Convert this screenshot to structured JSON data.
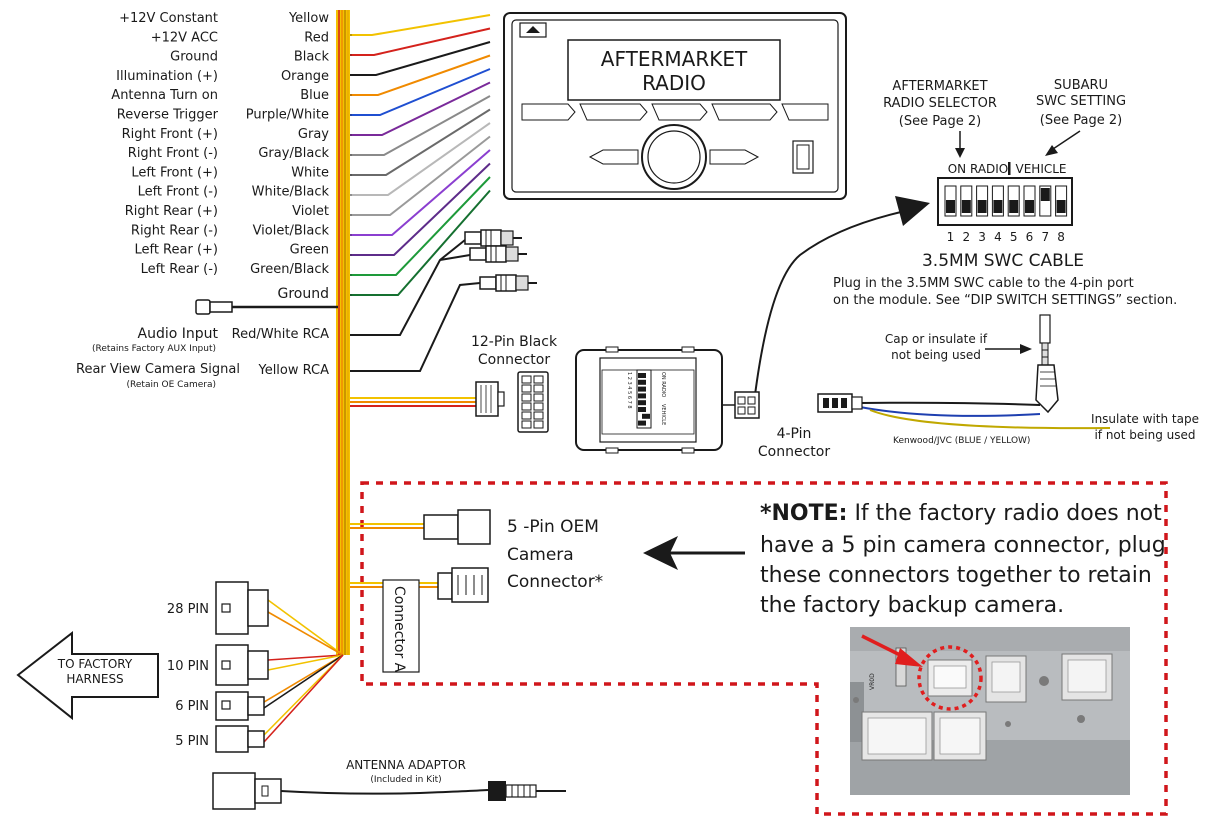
{
  "wire_rows": [
    {
      "function": "+12V Constant",
      "color": "Yellow",
      "hex": "#f2c200"
    },
    {
      "function": "+12V ACC",
      "color": "Red",
      "hex": "#d4221c"
    },
    {
      "function": "Ground",
      "color": "Black",
      "hex": "#1a1a1a"
    },
    {
      "function": "Illumination (+)",
      "color": "Orange",
      "hex": "#f08a00"
    },
    {
      "function": "Antenna Turn on",
      "color": "Blue",
      "hex": "#1f4fd1"
    },
    {
      "function": "Reverse Trigger",
      "color": "Purple/White",
      "hex": "#7a2a9a"
    },
    {
      "function": "Right Front (+)",
      "color": "Gray",
      "hex": "#8a8a8a"
    },
    {
      "function": "Right Front (-)",
      "color": "Gray/Black",
      "hex": "#6a6a6a"
    },
    {
      "function": "Left Front (+)",
      "color": "White",
      "hex": "#b8b8b8"
    },
    {
      "function": "Left Front (-)",
      "color": "White/Black",
      "hex": "#9a9a9a"
    },
    {
      "function": "Right Rear (+)",
      "color": "Violet",
      "hex": "#8b3fd0"
    },
    {
      "function": "Right Rear (-)",
      "color": "Violet/Black",
      "hex": "#5e2c8a"
    },
    {
      "function": "Left Rear (+)",
      "color": "Green",
      "hex": "#1e9a3a"
    },
    {
      "function": "Left Rear (-)",
      "color": "Green/Black",
      "hex": "#157030"
    }
  ],
  "extra_wires": {
    "ground_label": "Ground",
    "audio_input_label": "Audio Input",
    "audio_input_note": "(Retains Factory AUX Input)",
    "audio_rca_label": "Red/White RCA",
    "camera_label": "Rear View Camera Signal",
    "camera_note": "(Retain OE Camera)",
    "camera_rca_label": "Yellow RCA"
  },
  "radio": {
    "line1": "AFTERMARKET",
    "line2": "RADIO"
  },
  "dip": {
    "selector_title_1": "AFTERMARKET",
    "selector_title_2": "RADIO SELECTOR",
    "selector_title_3": "(See Page 2)",
    "subaru_title_1": "SUBARU",
    "subaru_title_2": "SWC SETTING",
    "subaru_title_3": "(See Page 2)",
    "on_radio": "ON RADIO",
    "vehicle": "VEHICLE",
    "numbers": [
      "1",
      "2",
      "3",
      "4",
      "5",
      "6",
      "7",
      "8"
    ],
    "switch_states": [
      "down",
      "down",
      "down",
      "down",
      "down",
      "down",
      "up",
      "down"
    ]
  },
  "swc": {
    "title": "3.5MM SWC CABLE",
    "desc_1": "Plug in the 3.5MM SWC cable to the 4-pin port",
    "desc_2": "on the module. See “DIP SWITCH SETTINGS” section.",
    "cap_1": "Cap or insulate if",
    "cap_2": "not being used",
    "kenwood": "Kenwood/JVC (BLUE / YELLOW)",
    "insulate_1": "Insulate with tape",
    "insulate_2": "if not being used"
  },
  "connectors": {
    "twelve_pin_1": "12-Pin Black",
    "twelve_pin_2": "Connector",
    "four_pin_1": "4-Pin",
    "four_pin_2": "Connector",
    "module_dip_text": "1 2 3 4 5 6 7 8",
    "module_on_radio": "ON RADIO",
    "module_vehicle": "VEHICLE"
  },
  "camera": {
    "line1": "5 -Pin OEM",
    "line2": "Camera",
    "line3": "Connector*",
    "connector_a": "Connector A"
  },
  "note": {
    "bold": "*NOTE:",
    "line1_rest": " If the factory radio does not",
    "line2": "have a 5 pin camera connector, plug",
    "line3": "these connectors together to retain",
    "line4": "the factory backup camera."
  },
  "harness": {
    "arrow_1": "TO FACTORY",
    "arrow_2": "HARNESS",
    "pins": [
      "28 PIN",
      "10 PIN",
      "6 PIN",
      "5 PIN"
    ]
  },
  "antenna": {
    "title": "ANTENNA  ADAPTOR",
    "note": "(Included in Kit)"
  },
  "photo": {
    "label": "VR0D"
  },
  "colors": {
    "dashed_red": "#d0161b",
    "yellow": "#f2c200",
    "orange": "#f08a00",
    "red_arrow": "#e01e1e"
  }
}
